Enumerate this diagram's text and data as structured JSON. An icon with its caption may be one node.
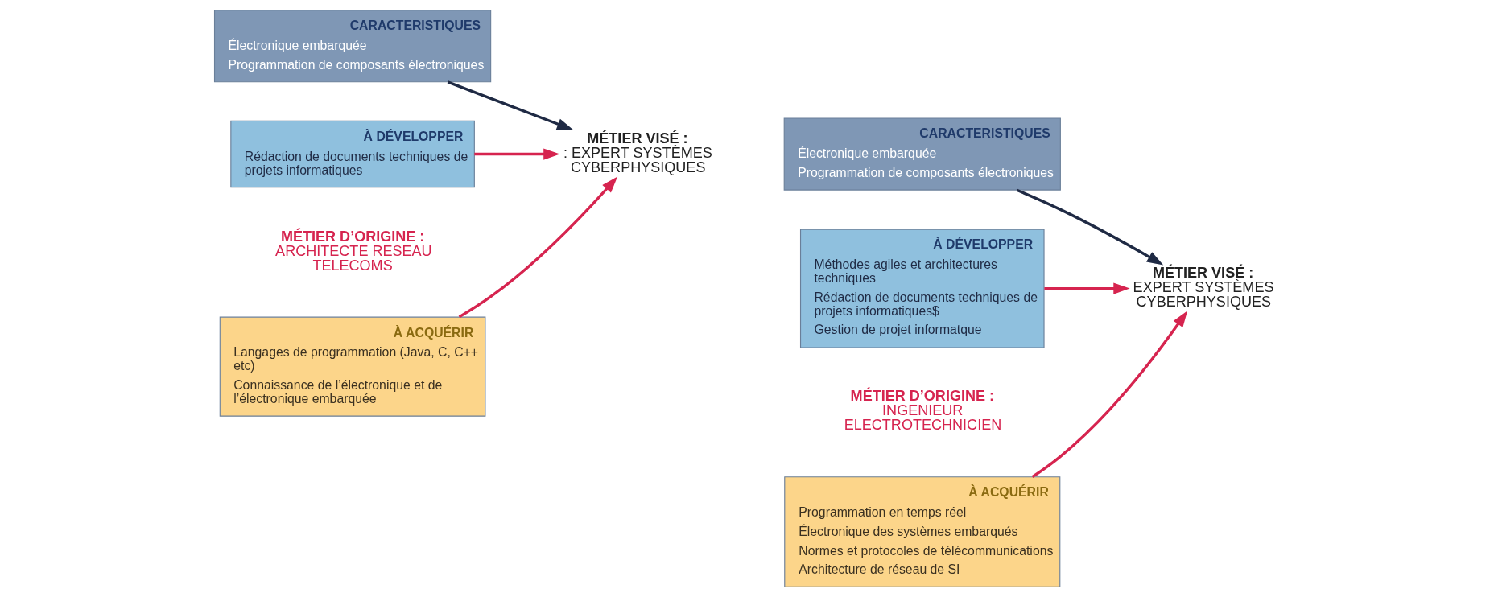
{
  "diagram": {
    "nodes": [
      {
        "text": [
          "CARACTERISTIQUES",
          "Électronique embarquée",
          "Programmation de composants électroniques"
        ]
      },
      {
        "text": [
          "MÉTIER VISÉ :",
          ": EXPERT SYSTÈMES CYBERPHYSIQUES"
        ]
      },
      {
        "text": [
          "À DÉVELOPPER",
          "Rédaction de documents techniques de projets informatiques"
        ]
      },
      {
        "text": [
          "À ACQUÉRIR",
          "Langages de programmation (Java, C, C++ etc)",
          "Connaissance de l’électronique et de l’électronique embarquée"
        ]
      },
      {
        "text": [
          "CARACTERISTIQUES",
          "Électronique embarquée",
          "Programmation de composants électroniques"
        ]
      },
      {
        "text": [
          "MÉTIER VISÉ :",
          "EXPERT SYSTÈMES CYBERPHYSIQUES"
        ]
      },
      {
        "text": [
          "À DÉVELOPPER",
          "Méthodes agiles et architectures techniques",
          "Rédaction de documents techniques de projets informatiques$",
          "Gestion de projet informatque"
        ]
      },
      {
        "text": [
          "À ACQUÉRIR",
          "Programmation en temps réel",
          "Électronique des systèmes embarqués",
          "Normes et protocoles de télécommunications",
          "Architecture de réseau de SI"
        ]
      }
    ],
    "edges": [
      {
        "from": 0,
        "to": 1,
        "arrow": "to",
        "color": "#1f2a44"
      },
      {
        "from": 2,
        "to": 1,
        "arrow": "to"
      },
      {
        "from": 3,
        "to": 1,
        "arrow": "to"
      },
      {
        "from": 4,
        "to": 5,
        "arrow": "to",
        "color": "#1f2a44"
      },
      {
        "from": 6,
        "to": 5,
        "arrow": "to"
      },
      {
        "from": 7,
        "to": 5,
        "arrow": "to"
      }
    ],
    "labels": [
      "MÉTIER D’ORIGINE :",
      "ARCHITECTE RESEAU TELECOMS",
      "MÉTIER D’ORIGINE :",
      "INGENIEUR ELECTROTECHNICIEN"
    ]
  }
}
